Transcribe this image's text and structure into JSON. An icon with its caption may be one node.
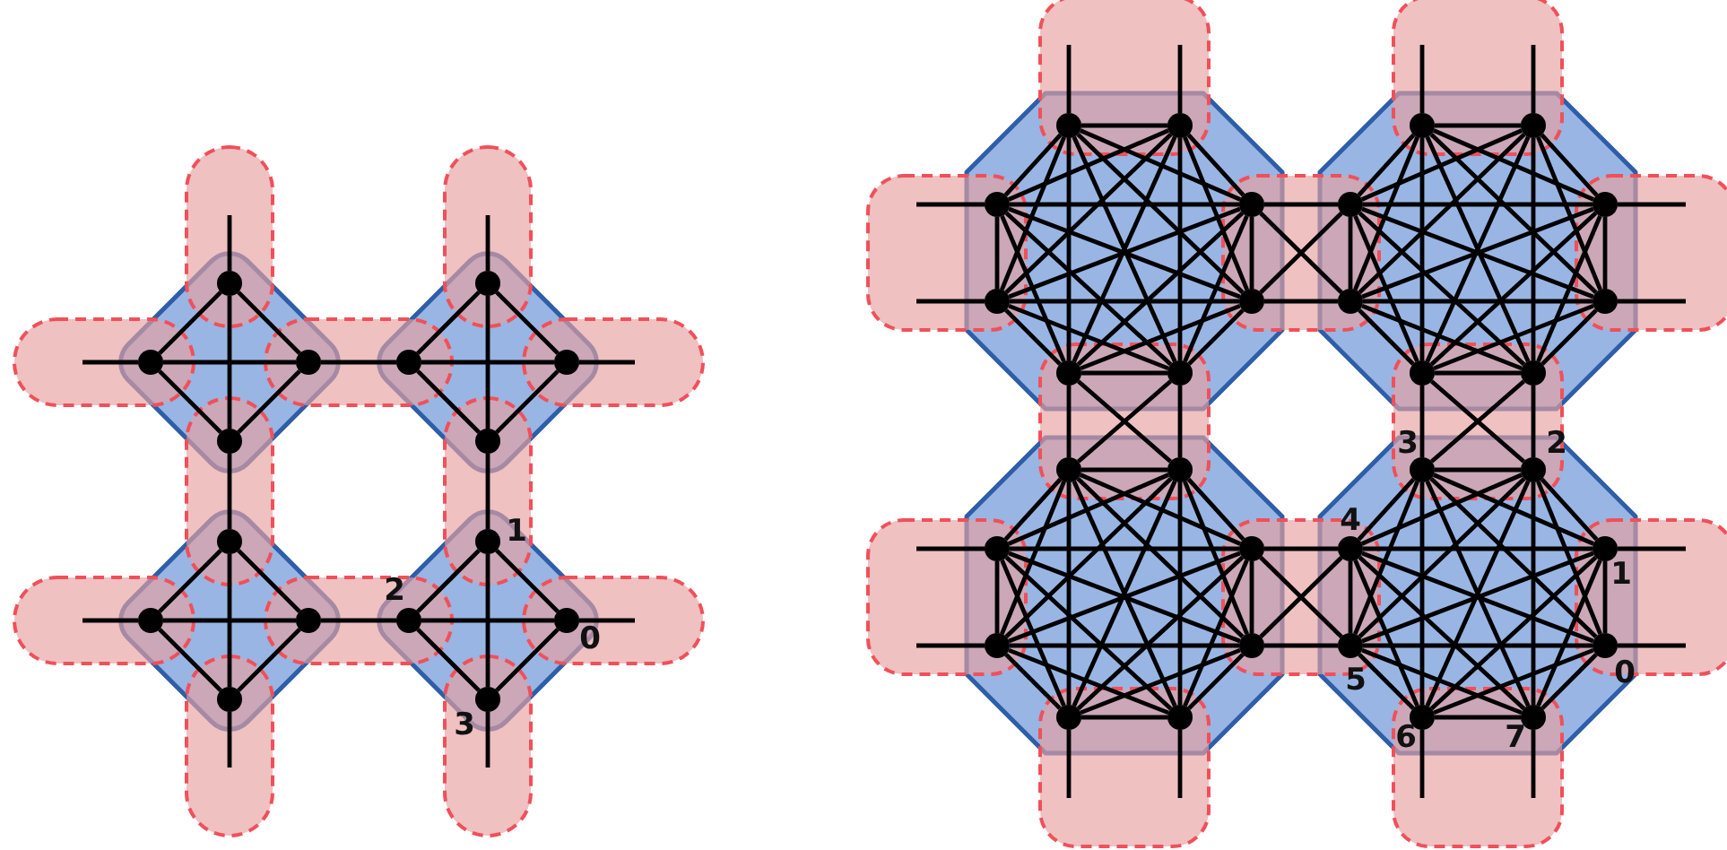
{
  "diagram": {
    "nodes": [
      {
        "text": [],
        "shape": "circle"
      },
      {
        "text": [],
        "shape": "circle"
      },
      {
        "text": [],
        "shape": "circle"
      },
      {
        "text": [],
        "shape": "circle"
      },
      {
        "text": [],
        "shape": "circle"
      },
      {
        "text": [],
        "shape": "circle"
      },
      {
        "text": [],
        "shape": "circle"
      },
      {
        "text": [],
        "shape": "circle"
      },
      {
        "text": [],
        "shape": "circle"
      },
      {
        "text": [],
        "shape": "circle"
      },
      {
        "text": [],
        "shape": "circle"
      },
      {
        "text": [],
        "shape": "circle"
      },
      {
        "text": [],
        "shape": "circle",
        "beside": [
          "1"
        ]
      },
      {
        "text": [],
        "shape": "circle",
        "beside": [
          "2"
        ]
      },
      {
        "text": [],
        "shape": "circle",
        "beside": [
          "0"
        ]
      },
      {
        "text": [],
        "shape": "circle",
        "beside": [
          "3"
        ]
      },
      {
        "text": [],
        "shape": "circle"
      },
      {
        "text": [],
        "shape": "circle"
      },
      {
        "text": [],
        "shape": "circle"
      },
      {
        "text": [],
        "shape": "circle"
      },
      {
        "text": [],
        "shape": "circle"
      },
      {
        "text": [],
        "shape": "circle"
      },
      {
        "text": [],
        "shape": "circle"
      },
      {
        "text": [],
        "shape": "circle"
      },
      {
        "text": [],
        "shape": "circle"
      },
      {
        "text": [],
        "shape": "circle"
      },
      {
        "text": [],
        "shape": "circle"
      },
      {
        "text": [],
        "shape": "circle"
      },
      {
        "text": [],
        "shape": "circle"
      },
      {
        "text": [],
        "shape": "circle"
      },
      {
        "text": [],
        "shape": "circle"
      },
      {
        "text": [],
        "shape": "circle"
      },
      {
        "text": [],
        "shape": "circle"
      },
      {
        "text": [],
        "shape": "circle"
      },
      {
        "text": [],
        "shape": "circle"
      },
      {
        "text": [],
        "shape": "circle"
      },
      {
        "text": [],
        "shape": "circle"
      },
      {
        "text": [],
        "shape": "circle"
      },
      {
        "text": [],
        "shape": "circle"
      },
      {
        "text": [],
        "shape": "circle"
      },
      {
        "text": [],
        "shape": "circle",
        "beside": [
          "3"
        ]
      },
      {
        "text": [],
        "shape": "circle",
        "beside": [
          "2"
        ]
      },
      {
        "text": [],
        "shape": "circle",
        "beside": [
          "4"
        ]
      },
      {
        "text": [],
        "shape": "circle",
        "beside": [
          "1"
        ]
      },
      {
        "text": [],
        "shape": "circle",
        "beside": [
          "5"
        ]
      },
      {
        "text": [],
        "shape": "circle",
        "beside": [
          "0"
        ]
      },
      {
        "text": [],
        "shape": "circle",
        "beside": [
          "6"
        ]
      },
      {
        "text": [],
        "shape": "circle",
        "beside": [
          "7"
        ]
      }
    ],
    "edges": [
      {
        "from": 0,
        "to": 1,
        "arrow": "none"
      },
      {
        "from": 0,
        "to": 2,
        "arrow": "none"
      },
      {
        "from": 1,
        "to": 3,
        "arrow": "none"
      },
      {
        "from": 2,
        "to": 3,
        "arrow": "none"
      },
      {
        "from": 0,
        "to": 3,
        "arrow": "none"
      },
      {
        "from": 1,
        "to": 2,
        "arrow": "none"
      },
      {
        "from": 4,
        "to": 5,
        "arrow": "none"
      },
      {
        "from": 4,
        "to": 6,
        "arrow": "none"
      },
      {
        "from": 5,
        "to": 7,
        "arrow": "none"
      },
      {
        "from": 6,
        "to": 7,
        "arrow": "none"
      },
      {
        "from": 4,
        "to": 7,
        "arrow": "none"
      },
      {
        "from": 5,
        "to": 6,
        "arrow": "none"
      },
      {
        "from": 8,
        "to": 9,
        "arrow": "none"
      },
      {
        "from": 8,
        "to": 10,
        "arrow": "none"
      },
      {
        "from": 9,
        "to": 11,
        "arrow": "none"
      },
      {
        "from": 10,
        "to": 11,
        "arrow": "none"
      },
      {
        "from": 8,
        "to": 11,
        "arrow": "none"
      },
      {
        "from": 9,
        "to": 10,
        "arrow": "none"
      },
      {
        "from": 12,
        "to": 13,
        "arrow": "none"
      },
      {
        "from": 12,
        "to": 14,
        "arrow": "none"
      },
      {
        "from": 13,
        "to": 15,
        "arrow": "none"
      },
      {
        "from": 14,
        "to": 15,
        "arrow": "none"
      },
      {
        "from": 12,
        "to": 15,
        "arrow": "none"
      },
      {
        "from": 13,
        "to": 14,
        "arrow": "none"
      },
      {
        "from": 2,
        "to": 5,
        "arrow": "none"
      },
      {
        "from": 10,
        "to": 13,
        "arrow": "none"
      },
      {
        "from": 3,
        "to": 8,
        "arrow": "none"
      },
      {
        "from": 7,
        "to": 12,
        "arrow": "none"
      },
      {
        "from": 0,
        "to": null,
        "arrow": "none"
      },
      {
        "from": 1,
        "to": null,
        "arrow": "none"
      },
      {
        "from": 4,
        "to": null,
        "arrow": "none"
      },
      {
        "from": 6,
        "to": null,
        "arrow": "none"
      },
      {
        "from": 9,
        "to": null,
        "arrow": "none"
      },
      {
        "from": 11,
        "to": null,
        "arrow": "none"
      },
      {
        "from": 14,
        "to": null,
        "arrow": "none"
      },
      {
        "from": 15,
        "to": null,
        "arrow": "none"
      },
      {
        "from": 16,
        "to": 17,
        "arrow": "none"
      },
      {
        "from": 16,
        "to": 18,
        "arrow": "none"
      },
      {
        "from": 16,
        "to": 19,
        "arrow": "none"
      },
      {
        "from": 16,
        "to": 20,
        "arrow": "none"
      },
      {
        "from": 16,
        "to": 21,
        "arrow": "none"
      },
      {
        "from": 16,
        "to": 22,
        "arrow": "none"
      },
      {
        "from": 16,
        "to": 23,
        "arrow": "none"
      },
      {
        "from": 17,
        "to": 18,
        "arrow": "none"
      },
      {
        "from": 17,
        "to": 19,
        "arrow": "none"
      },
      {
        "from": 17,
        "to": 20,
        "arrow": "none"
      },
      {
        "from": 17,
        "to": 21,
        "arrow": "none"
      },
      {
        "from": 17,
        "to": 22,
        "arrow": "none"
      },
      {
        "from": 17,
        "to": 23,
        "arrow": "none"
      },
      {
        "from": 18,
        "to": 19,
        "arrow": "none"
      },
      {
        "from": 18,
        "to": 20,
        "arrow": "none"
      },
      {
        "from": 18,
        "to": 21,
        "arrow": "none"
      },
      {
        "from": 18,
        "to": 22,
        "arrow": "none"
      },
      {
        "from": 18,
        "to": 23,
        "arrow": "none"
      },
      {
        "from": 19,
        "to": 20,
        "arrow": "none"
      },
      {
        "from": 19,
        "to": 21,
        "arrow": "none"
      },
      {
        "from": 19,
        "to": 22,
        "arrow": "none"
      },
      {
        "from": 19,
        "to": 23,
        "arrow": "none"
      },
      {
        "from": 20,
        "to": 21,
        "arrow": "none"
      },
      {
        "from": 20,
        "to": 22,
        "arrow": "none"
      },
      {
        "from": 20,
        "to": 23,
        "arrow": "none"
      },
      {
        "from": 21,
        "to": 22,
        "arrow": "none"
      },
      {
        "from": 21,
        "to": 23,
        "arrow": "none"
      },
      {
        "from": 22,
        "to": 23,
        "arrow": "none"
      },
      {
        "from": 24,
        "to": 25,
        "arrow": "none"
      },
      {
        "from": 24,
        "to": 26,
        "arrow": "none"
      },
      {
        "from": 24,
        "to": 27,
        "arrow": "none"
      },
      {
        "from": 24,
        "to": 28,
        "arrow": "none"
      },
      {
        "from": 24,
        "to": 29,
        "arrow": "none"
      },
      {
        "from": 24,
        "to": 30,
        "arrow": "none"
      },
      {
        "from": 24,
        "to": 31,
        "arrow": "none"
      },
      {
        "from": 25,
        "to": 26,
        "arrow": "none"
      },
      {
        "from": 25,
        "to": 27,
        "arrow": "none"
      },
      {
        "from": 25,
        "to": 28,
        "arrow": "none"
      },
      {
        "from": 25,
        "to": 29,
        "arrow": "none"
      },
      {
        "from": 25,
        "to": 30,
        "arrow": "none"
      },
      {
        "from": 25,
        "to": 31,
        "arrow": "none"
      },
      {
        "from": 26,
        "to": 27,
        "arrow": "none"
      },
      {
        "from": 26,
        "to": 28,
        "arrow": "none"
      },
      {
        "from": 26,
        "to": 29,
        "arrow": "none"
      },
      {
        "from": 26,
        "to": 30,
        "arrow": "none"
      },
      {
        "from": 26,
        "to": 31,
        "arrow": "none"
      },
      {
        "from": 27,
        "to": 28,
        "arrow": "none"
      },
      {
        "from": 27,
        "to": 29,
        "arrow": "none"
      },
      {
        "from": 27,
        "to": 30,
        "arrow": "none"
      },
      {
        "from": 27,
        "to": 31,
        "arrow": "none"
      },
      {
        "from": 28,
        "to": 29,
        "arrow": "none"
      },
      {
        "from": 28,
        "to": 30,
        "arrow": "none"
      },
      {
        "from": 28,
        "to": 31,
        "arrow": "none"
      },
      {
        "from": 29,
        "to": 30,
        "arrow": "none"
      },
      {
        "from": 29,
        "to": 31,
        "arrow": "none"
      },
      {
        "from": 30,
        "to": 31,
        "arrow": "none"
      },
      {
        "from": 32,
        "to": 33,
        "arrow": "none"
      },
      {
        "from": 32,
        "to": 34,
        "arrow": "none"
      },
      {
        "from": 32,
        "to": 35,
        "arrow": "none"
      },
      {
        "from": 32,
        "to": 36,
        "arrow": "none"
      },
      {
        "from": 32,
        "to": 37,
        "arrow": "none"
      },
      {
        "from": 32,
        "to": 38,
        "arrow": "none"
      },
      {
        "from": 32,
        "to": 39,
        "arrow": "none"
      },
      {
        "from": 33,
        "to": 34,
        "arrow": "none"
      },
      {
        "from": 33,
        "to": 35,
        "arrow": "none"
      },
      {
        "from": 33,
        "to": 36,
        "arrow": "none"
      },
      {
        "from": 33,
        "to": 37,
        "arrow": "none"
      },
      {
        "from": 33,
        "to": 38,
        "arrow": "none"
      },
      {
        "from": 33,
        "to": 39,
        "arrow": "none"
      },
      {
        "from": 34,
        "to": 35,
        "arrow": "none"
      },
      {
        "from": 34,
        "to": 36,
        "arrow": "none"
      },
      {
        "from": 34,
        "to": 37,
        "arrow": "none"
      },
      {
        "from": 34,
        "to": 38,
        "arrow": "none"
      },
      {
        "from": 34,
        "to": 39,
        "arrow": "none"
      },
      {
        "from": 35,
        "to": 36,
        "arrow": "none"
      },
      {
        "from": 35,
        "to": 37,
        "arrow": "none"
      },
      {
        "from": 35,
        "to": 38,
        "arrow": "none"
      },
      {
        "from": 35,
        "to": 39,
        "arrow": "none"
      },
      {
        "from": 36,
        "to": 37,
        "arrow": "none"
      },
      {
        "from": 36,
        "to": 38,
        "arrow": "none"
      },
      {
        "from": 36,
        "to": 39,
        "arrow": "none"
      },
      {
        "from": 37,
        "to": 38,
        "arrow": "none"
      },
      {
        "from": 37,
        "to": 39,
        "arrow": "none"
      },
      {
        "from": 38,
        "to": 39,
        "arrow": "none"
      },
      {
        "from": 40,
        "to": 41,
        "arrow": "none"
      },
      {
        "from": 40,
        "to": 42,
        "arrow": "none"
      },
      {
        "from": 40,
        "to": 43,
        "arrow": "none"
      },
      {
        "from": 40,
        "to": 44,
        "arrow": "none"
      },
      {
        "from": 40,
        "to": 45,
        "arrow": "none"
      },
      {
        "from": 40,
        "to": 46,
        "arrow": "none"
      },
      {
        "from": 40,
        "to": 47,
        "arrow": "none"
      },
      {
        "from": 41,
        "to": 42,
        "arrow": "none"
      },
      {
        "from": 41,
        "to": 43,
        "arrow": "none"
      },
      {
        "from": 41,
        "to": 44,
        "arrow": "none"
      },
      {
        "from": 41,
        "to": 45,
        "arrow": "none"
      },
      {
        "from": 41,
        "to": 46,
        "arrow": "none"
      },
      {
        "from": 41,
        "to": 47,
        "arrow": "none"
      },
      {
        "from": 42,
        "to": 43,
        "arrow": "none"
      },
      {
        "from": 42,
        "to": 44,
        "arrow": "none"
      },
      {
        "from": 42,
        "to": 45,
        "arrow": "none"
      },
      {
        "from": 42,
        "to": 46,
        "arrow": "none"
      },
      {
        "from": 42,
        "to": 47,
        "arrow": "none"
      },
      {
        "from": 43,
        "to": 44,
        "arrow": "none"
      },
      {
        "from": 43,
        "to": 45,
        "arrow": "none"
      },
      {
        "from": 43,
        "to": 46,
        "arrow": "none"
      },
      {
        "from": 43,
        "to": 47,
        "arrow": "none"
      },
      {
        "from": 44,
        "to": 45,
        "arrow": "none"
      },
      {
        "from": 44,
        "to": 46,
        "arrow": "none"
      },
      {
        "from": 44,
        "to": 47,
        "arrow": "none"
      },
      {
        "from": 45,
        "to": 46,
        "arrow": "none"
      },
      {
        "from": 45,
        "to": 47,
        "arrow": "none"
      },
      {
        "from": 46,
        "to": 47,
        "arrow": "none"
      },
      {
        "from": 19,
        "to": 26,
        "arrow": "none"
      },
      {
        "from": 21,
        "to": 28,
        "arrow": "none"
      },
      {
        "from": 19,
        "to": 28,
        "arrow": "none"
      },
      {
        "from": 21,
        "to": 26,
        "arrow": "none"
      },
      {
        "from": 35,
        "to": 42,
        "arrow": "none"
      },
      {
        "from": 37,
        "to": 44,
        "arrow": "none"
      },
      {
        "from": 35,
        "to": 44,
        "arrow": "none"
      },
      {
        "from": 37,
        "to": 42,
        "arrow": "none"
      },
      {
        "from": 22,
        "to": 32,
        "arrow": "none"
      },
      {
        "from": 23,
        "to": 33,
        "arrow": "none"
      },
      {
        "from": 22,
        "to": 33,
        "arrow": "none"
      },
      {
        "from": 23,
        "to": 32,
        "arrow": "none"
      },
      {
        "from": 30,
        "to": 40,
        "arrow": "none"
      },
      {
        "from": 31,
        "to": 41,
        "arrow": "none"
      },
      {
        "from": 30,
        "to": 41,
        "arrow": "none"
      },
      {
        "from": 31,
        "to": 40,
        "arrow": "none"
      },
      {
        "from": 16,
        "to": null,
        "arrow": "none"
      },
      {
        "from": 17,
        "to": null,
        "arrow": "none"
      },
      {
        "from": 18,
        "to": null,
        "arrow": "none"
      },
      {
        "from": 20,
        "to": null,
        "arrow": "none"
      },
      {
        "from": 24,
        "to": null,
        "arrow": "none"
      },
      {
        "from": 25,
        "to": null,
        "arrow": "none"
      },
      {
        "from": 27,
        "to": null,
        "arrow": "none"
      },
      {
        "from": 29,
        "to": null,
        "arrow": "none"
      },
      {
        "from": 34,
        "to": null,
        "arrow": "none"
      },
      {
        "from": 36,
        "to": null,
        "arrow": "none"
      },
      {
        "from": 38,
        "to": null,
        "arrow": "none"
      },
      {
        "from": 39,
        "to": null,
        "arrow": "none"
      },
      {
        "from": 43,
        "to": null,
        "arrow": "none"
      },
      {
        "from": 45,
        "to": null,
        "arrow": "none"
      },
      {
        "from": 46,
        "to": null,
        "arrow": "none"
      },
      {
        "from": 47,
        "to": null,
        "arrow": "none"
      }
    ]
  }
}
